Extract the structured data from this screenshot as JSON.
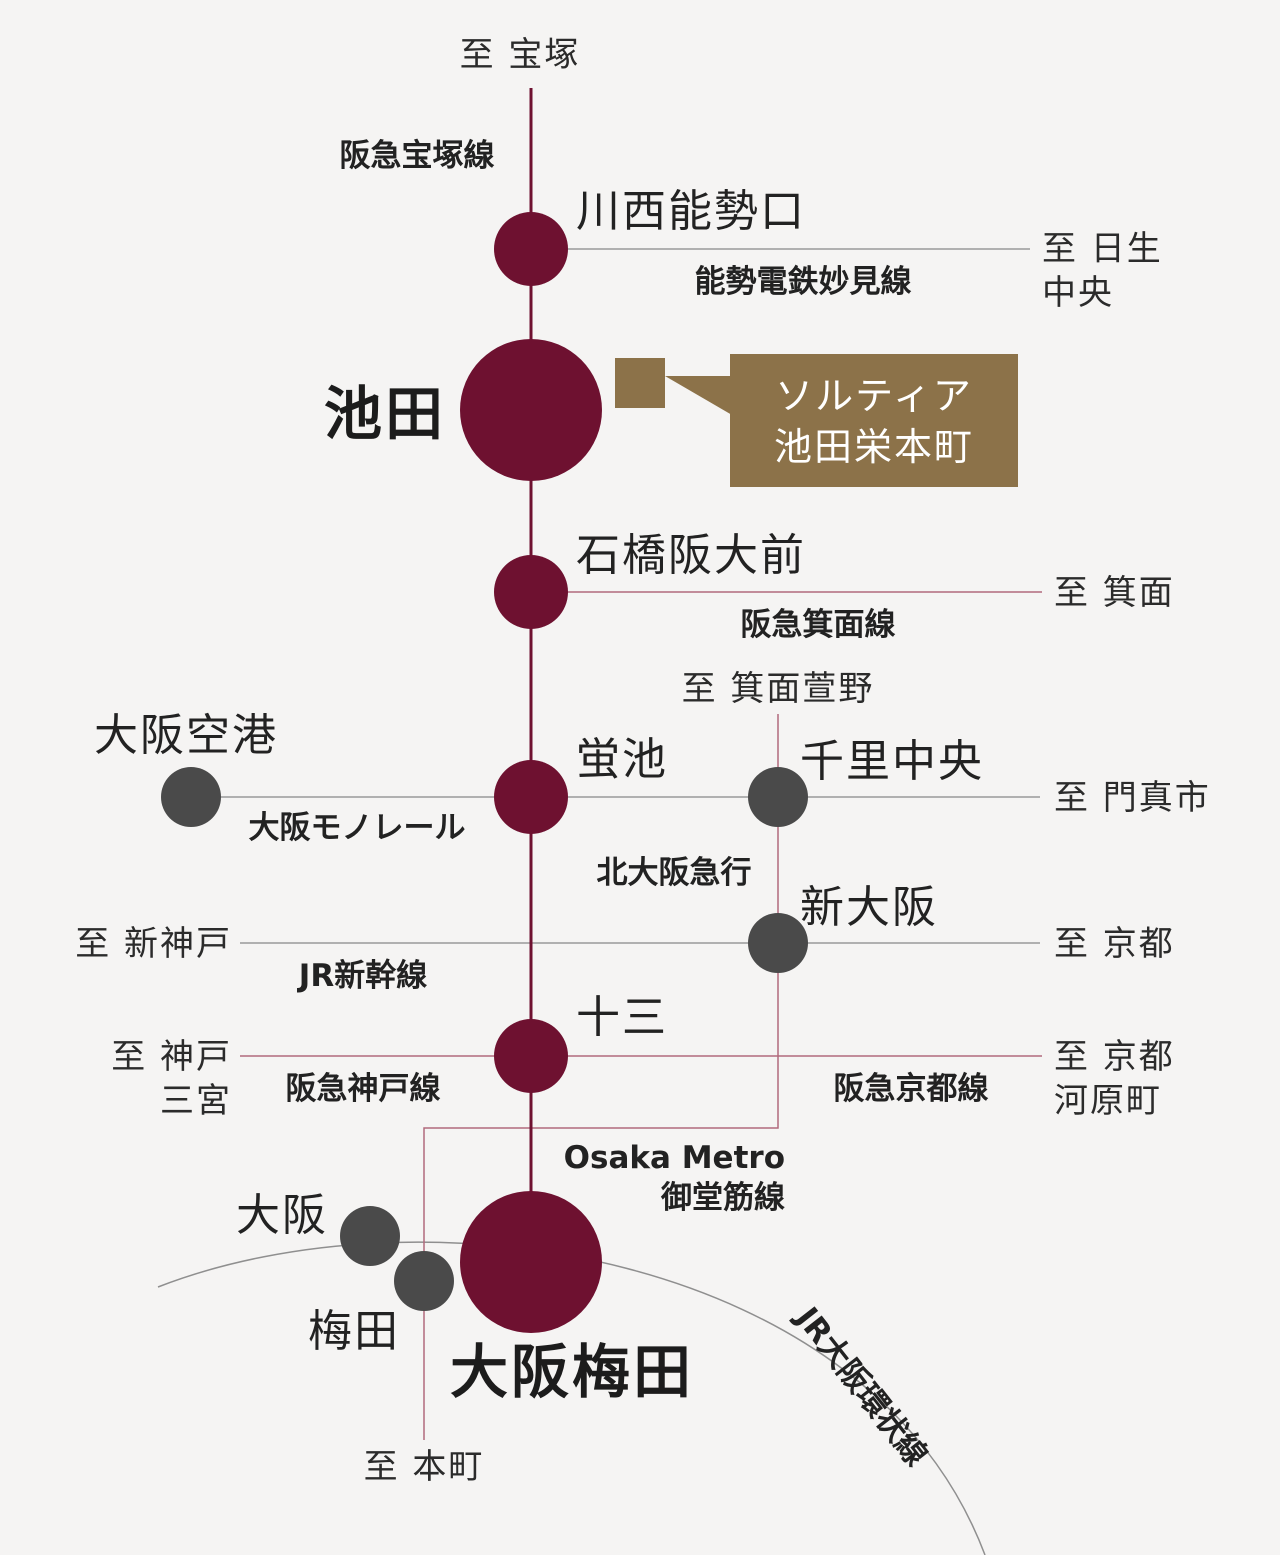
{
  "colors": {
    "hankyu": "#6e1130",
    "other_station": "#4a4a4a",
    "line_gray": "#9a9a9a",
    "line_red": "#b26a7c",
    "property": "#8c7249",
    "background": "#f5f4f3"
  },
  "destinations": {
    "takarazuka": "至 宝塚",
    "nissei_1": "至 日生",
    "nissei_2": "中央",
    "minoo": "至 箕面",
    "minookayano": "至 箕面萱野",
    "kadomashi": "至 門真市",
    "shinkobe": "至 新神戸",
    "kyoto": "至 京都",
    "kobe_1": "至 神戸",
    "kobe_2": "三宮",
    "kawaramachi_1": "至 京都",
    "kawaramachi_2": "河原町",
    "honmachi": "至 本町"
  },
  "lines": {
    "hankyu_takarazuka": "阪急宝塚線",
    "nose": "能勢電鉄妙見線",
    "hankyu_minoo": "阪急箕面線",
    "monorail": "大阪モノレール",
    "kita_osaka": "北大阪急行",
    "shinkansen": "JR新幹線",
    "hankyu_kobe": "阪急神戸線",
    "hankyu_kyoto": "阪急京都線",
    "metro_1": "Osaka Metro",
    "metro_2": "御堂筋線",
    "loop": "JR大阪環状線"
  },
  "stations": {
    "kawanishi": "川西能勢口",
    "ikeda": "池田",
    "ishibashi": "石橋阪大前",
    "hotarugaike": "蛍池",
    "osaka_airport": "大阪空港",
    "senri_chuo": "千里中央",
    "shin_osaka": "新大阪",
    "juso": "十三",
    "osaka": "大阪",
    "umeda": "梅田",
    "osaka_umeda": "大阪梅田"
  },
  "property": {
    "name_1": "ソルティア",
    "name_2": "池田栄本町"
  }
}
